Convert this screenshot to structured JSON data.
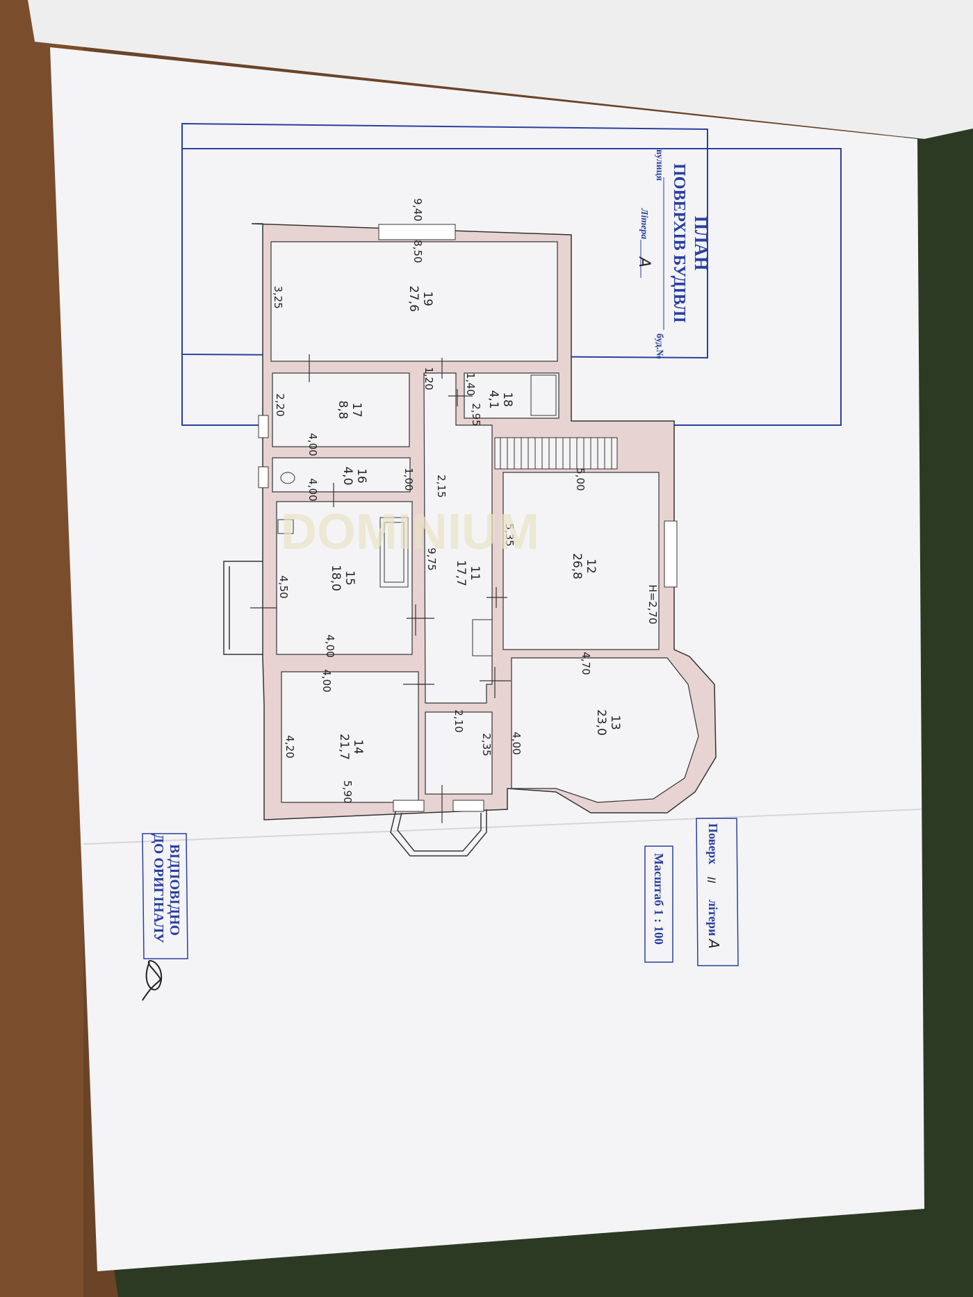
{
  "title_block": {
    "line1": "ПЛАН",
    "line2": "ПОВЕРХІВ БУДІВЛІ",
    "street_label": "вулиця",
    "building_label": "буд.№",
    "litera_label": "Літера",
    "litera_value": "А"
  },
  "floor_block": {
    "floor_label": "Поверх",
    "floor_value": "ІІ",
    "litera_label": "літери",
    "litera_value": "А"
  },
  "scale_block": {
    "text": "Масштаб 1 : 100"
  },
  "certified_stamp": {
    "line1": "ВІДПОВІДНО",
    "line2": "ДО ОРИГІНАЛУ"
  },
  "watermark": "DOMINIUM",
  "rooms": [
    {
      "number": "19",
      "area": "27,6"
    },
    {
      "number": "17",
      "area": "8,8"
    },
    {
      "number": "18",
      "area": "4,1"
    },
    {
      "number": "16",
      "area": "4,0"
    },
    {
      "number": "15",
      "area": "18,0"
    },
    {
      "number": "11",
      "area": "17,7"
    },
    {
      "number": "12",
      "area": "26,8"
    },
    {
      "number": "14",
      "area": "21,7"
    },
    {
      "number": "13",
      "area": "23,0"
    }
  ],
  "dimensions": [
    "9,40",
    "8,50",
    "3,25",
    "1,20",
    "1,40",
    "2,95",
    "2,20",
    "4,00",
    "4,00",
    "1,00",
    "2,15",
    "5,00",
    "5,35",
    "9,75",
    "4,50",
    "4,00",
    "H=2,70",
    "4,70",
    "4,00",
    "2,10",
    "2,35",
    "4,20",
    "5,90",
    "4,00"
  ],
  "colors": {
    "wall": "#e8d3d3",
    "stamp": "#2a3fa0",
    "paper": "#f4f4f6",
    "table": "#5a3a22",
    "mat": "#2c3a24"
  }
}
